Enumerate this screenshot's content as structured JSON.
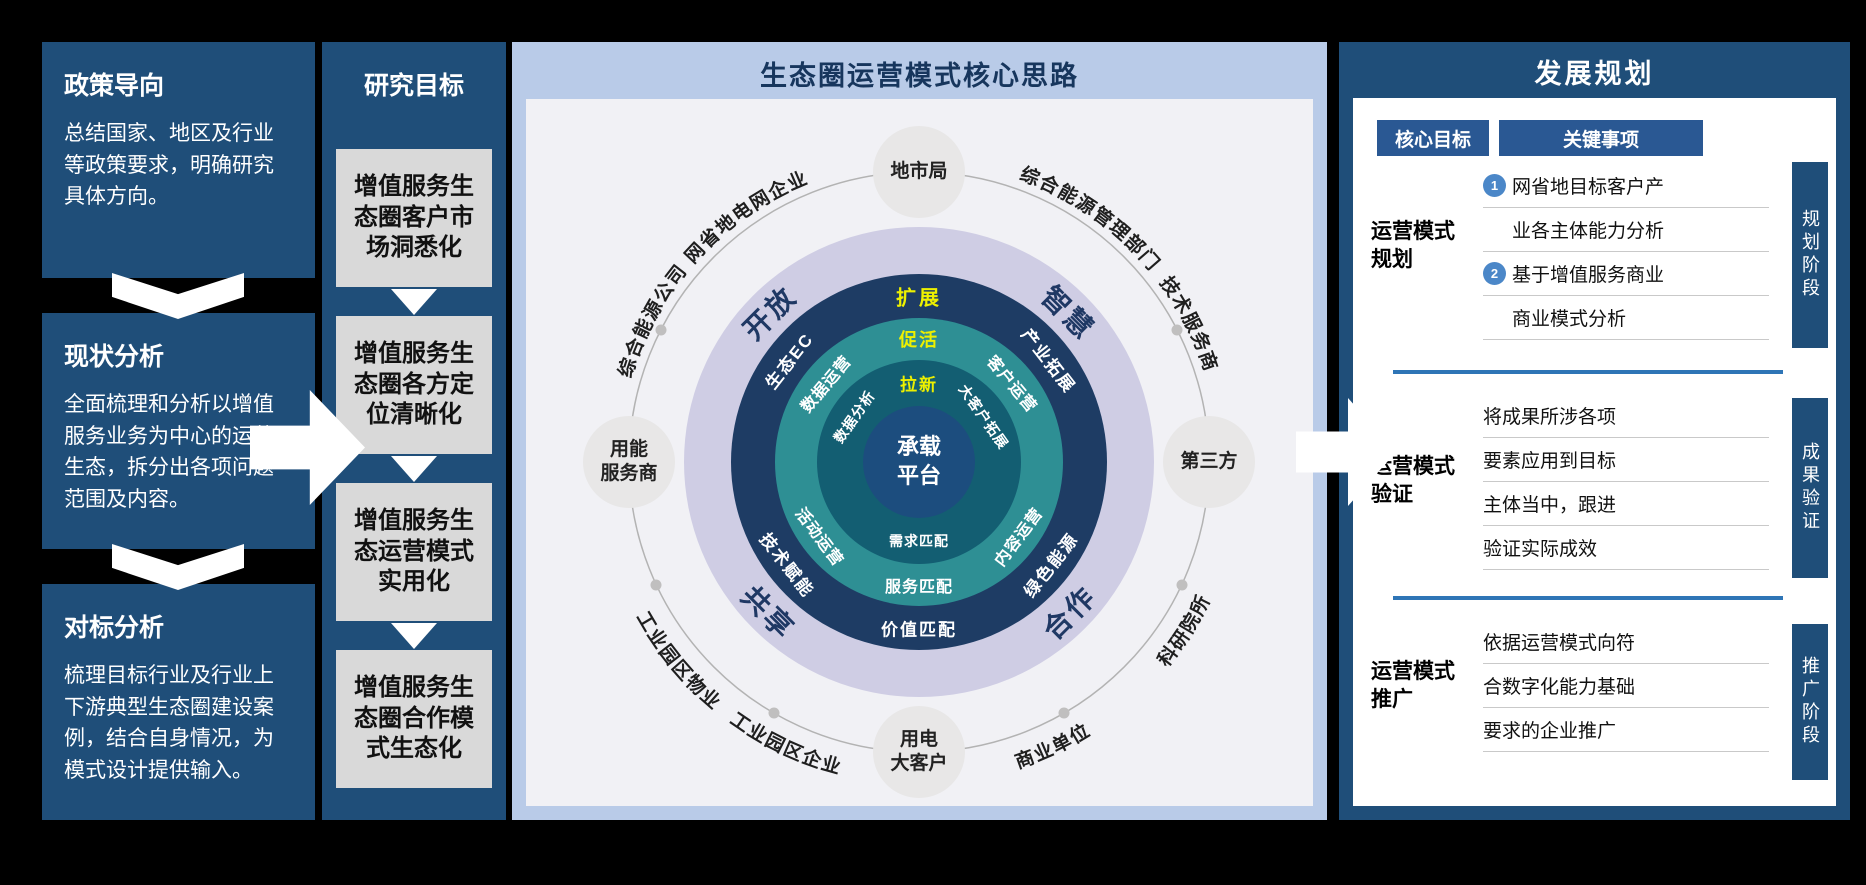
{
  "colors": {
    "accent_navy": "#1F4E79",
    "accent_blue": "#2E75B6",
    "highlight_yellow": "#EDF000",
    "teal": "#2E8F94",
    "lavender": "#CFCDE4"
  },
  "left_column": {
    "boxes": [
      {
        "title": "政策导向",
        "body": "总结国家、地区及行业等政策要求，明确研究具体方向。"
      },
      {
        "title": "现状分析",
        "body": "全面梳理和分析以增值服务业务为中心的运营生态，拆分出各项问题范围及内容。"
      },
      {
        "title": "对标分析",
        "body": "梳理目标行业及行业上下游典型生态圈建设案例，结合自身情况，为模式设计提供输入。"
      }
    ]
  },
  "research_column": {
    "title": "研究目标",
    "items": [
      "增值服务生态圈客户市场洞悉化",
      "增值服务生态圈各方定位清晰化",
      "增值服务生态运营模式实用化",
      "增值服务生态圈合作模式生态化"
    ]
  },
  "center": {
    "title": "生态圈运营模式核心思路",
    "core": "承载\n平台",
    "outer_ring": {
      "top_left": "开放",
      "top_right": "智慧",
      "bottom_left": "共享",
      "bottom_right": "合作"
    },
    "navy_ring": {
      "top": "扩展",
      "upper_left": "生态EC",
      "upper_right": "产业拓展",
      "lower_left": "技术赋能",
      "lower_right": "绿色能源",
      "bottom": "价值匹配"
    },
    "teal_ring": {
      "top": "促活",
      "upper_left": "数据运营",
      "upper_right": "客户运营",
      "lower_left": "活动运营",
      "lower_right": "内容运营",
      "bottom": "服务匹配"
    },
    "inner_ring": {
      "top": "拉新",
      "upper_left": "数据分析",
      "upper_right": "大客户拓展",
      "bottom": "需求匹配"
    },
    "nodes": {
      "top": "地市局",
      "left": "用能\n服务商",
      "right": "第三方",
      "bottom": "用电\n大客户"
    },
    "arc_labels": {
      "top_left_outer": "综合能源公司",
      "top_left": "网省地电网企业",
      "top_right": "综合能源管理部门",
      "right_upper": "技术服务商",
      "right_lower": "科研院所",
      "bottom_right": "商业单位",
      "bottom_left": "工业园区企业",
      "left_lower": "工业园区物业"
    }
  },
  "plan_panel": {
    "title": "发展规划",
    "col_headers": [
      "核心目标",
      "关键事项"
    ],
    "rows": [
      {
        "label": "运营模式\n规划",
        "tab": "规划阶段",
        "items": [
          {
            "num": "1",
            "lines": [
              "网省地目标客户产",
              "业各主体能力分析"
            ]
          },
          {
            "num": "2",
            "lines": [
              "基于增值服务商业",
              "商业模式分析"
            ]
          }
        ]
      },
      {
        "label": "运营模式\n验证",
        "tab": "成果验证",
        "lines": [
          "将成果所涉各项",
          "要素应用到目标",
          "主体当中，跟进",
          "验证实际成效"
        ]
      },
      {
        "label": "运营模式\n推广",
        "tab": "推广阶段",
        "lines": [
          "依据运营模式向符",
          "合数字化能力基础",
          "要求的企业推广"
        ]
      }
    ]
  }
}
